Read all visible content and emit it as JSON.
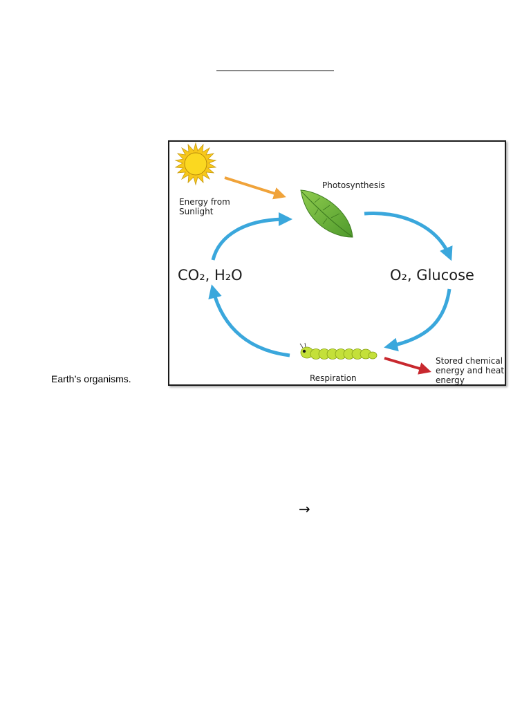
{
  "page": {
    "side_text": "Earth’s organisms.",
    "arrow_glyph": "→"
  },
  "diagram": {
    "photosynthesis_label": "Photosynthesis",
    "energy_label_line1": "Energy from",
    "energy_label_line2": "Sunlight",
    "reactants_label": "CO₂, H₂O",
    "products_label": "O₂, Glucose",
    "respiration_label": "Respiration",
    "stored_label_line1": "Stored chemical",
    "stored_label_line2": "energy and heat",
    "stored_label_line3": "energy",
    "colors": {
      "cycle_arrow": "#3aa7dc",
      "sunlight_arrow": "#f0a33a",
      "energy_out_arrow": "#c8282e",
      "sun": "#f7d21a",
      "leaf": "#6cb13f",
      "caterpillar": "#c4e03a"
    }
  }
}
